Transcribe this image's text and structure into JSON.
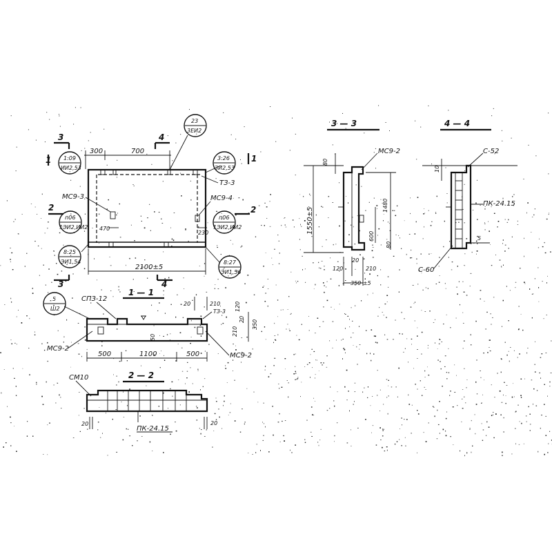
{
  "views": {
    "plan": {
      "dim_300": "300",
      "dim_700": "700",
      "dim_470": "470",
      "dim_230": "230",
      "dim_length": "2100±5",
      "mark_mc9_3": "МС9-3",
      "mark_mc9_4": "МС9-4",
      "mark_t3_3": "ТЗ-3",
      "cut_3": "3",
      "cut_4": "4",
      "cut_2": "2",
      "cut_1": "1",
      "ref_23_top": "23",
      "ref_23_bottom": "3ЕИ2",
      "ref_109_top": "1:09",
      "ref_109_bottom": "ИИ2,53",
      "ref_326_top": "3:26",
      "ref_326_bottom": "ЗИ2,53",
      "ref_n06a_top": "п06",
      "ref_n06a_bottom": "1ЭИ2,ИИ2",
      "ref_n06b_top": "п06",
      "ref_n06b_bottom": "1ЭИ2,ИИ2",
      "ref_825_top": "8:25",
      "ref_825_bottom": "ЭИ1,54",
      "ref_827_top": "8:27",
      "ref_827_bottom": "ЭИ1,56"
    },
    "section_1": {
      "title": "1 — 1",
      "ref_5_top": "5",
      "ref_5_bottom": "Ш2",
      "mark_cp3_12": "СПЗ-12",
      "mark_t3_3": "ТЗ-3",
      "mark_mc9_2_left": "МС9-2",
      "mark_mc9_2_right": "МС9-2",
      "dim_20": "20",
      "dim_210": "210",
      "dim_120": "120",
      "dim_210v": "210",
      "dim_20v": "20",
      "dim_350": "350",
      "dim_50": "50",
      "dim_500_left": "500",
      "dim_1100": "1100",
      "dim_500_right": "500"
    },
    "section_2": {
      "title": "2 — 2",
      "mark_cm10": "СМ10",
      "mark_pk": "ПК-24.15",
      "dim_20_left": "20",
      "dim_20_right": "20"
    },
    "section_3": {
      "title": "3 — 3",
      "mark_mc9_2": "МС9-2",
      "dim_80": "80",
      "dim_1550": "1550±5",
      "dim_1480": "1480",
      "dim_600": "600",
      "dim_80b": "80",
      "dim_120": "120",
      "dim_20": "20",
      "dim_210": "210",
      "dim_350": "350 ±5"
    },
    "section_4": {
      "title": "4 — 4",
      "mark_c52": "С-52",
      "mark_pk": "ПК-24.15",
      "mark_c60": "С-60",
      "dim_10": "10",
      "dim_5": "5"
    }
  }
}
